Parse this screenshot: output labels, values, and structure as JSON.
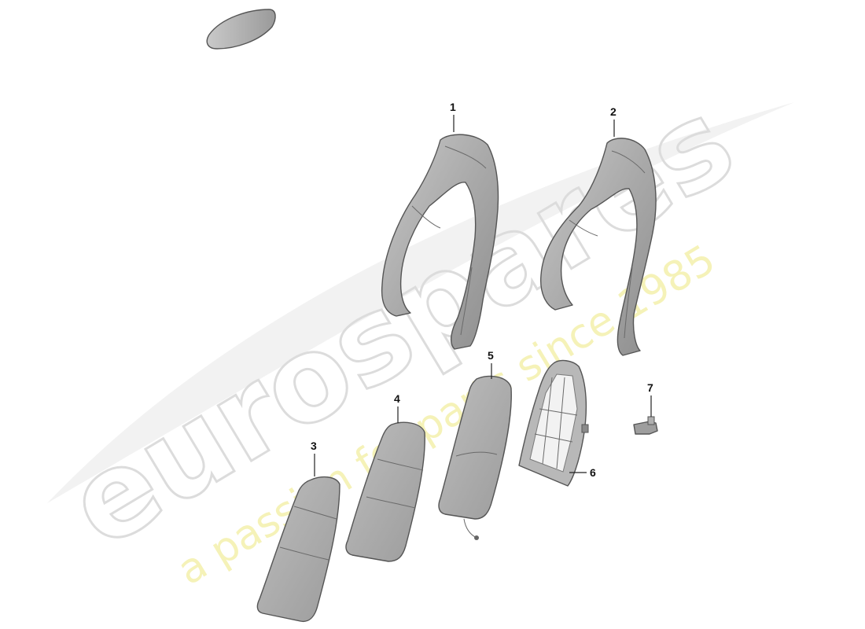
{
  "watermark": {
    "brand": "eurospares",
    "tagline": "a passion for parts since 1985"
  },
  "callouts": [
    {
      "id": "1",
      "label": "1"
    },
    {
      "id": "2",
      "label": "2"
    },
    {
      "id": "3",
      "label": "3"
    },
    {
      "id": "4",
      "label": "4"
    },
    {
      "id": "5",
      "label": "5"
    },
    {
      "id": "6",
      "label": "6"
    },
    {
      "id": "7",
      "label": "7"
    }
  ],
  "colors": {
    "part_fill": "#a8a8a8",
    "part_fill_light": "#c4c4c4",
    "part_stroke": "#555555",
    "watermark_grey": "#d8d8d8",
    "watermark_yellow": "#f3f0b0"
  }
}
